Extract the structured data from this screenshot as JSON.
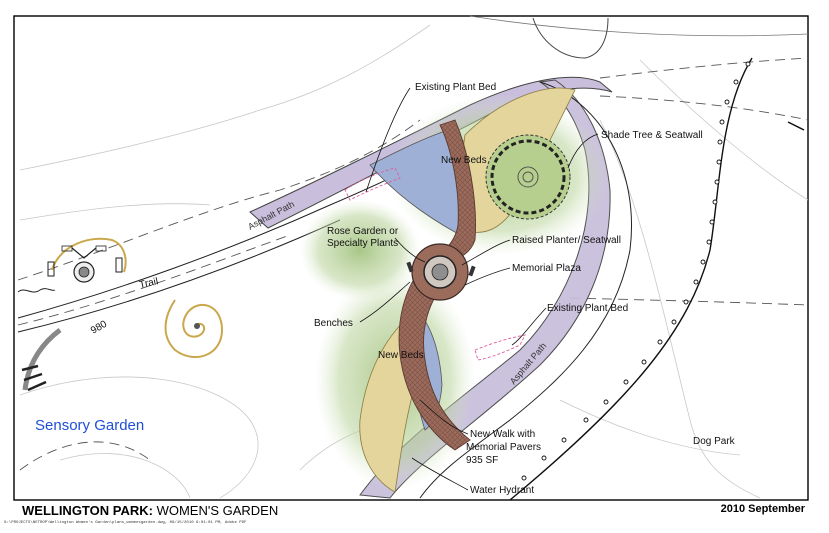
{
  "title": {
    "prefix": "WELLINGTON PARK:",
    "suffix": " WOMEN'S GARDEN"
  },
  "date": "2010 September",
  "file_path": "G:\\PROJECTS\\NETROP\\Wellington Women's Garden\\plans_womensgarden.dwg, 09/15/2010 9:01:01 PM, Adobe PDF",
  "labels": {
    "existing_plant_bed_top": "Existing Plant Bed",
    "shade_tree": "Shade Tree & Seatwall",
    "new_beds_top": "New Beds",
    "rose_garden_1": "Rose Garden or",
    "rose_garden_2": "Specialty Plants",
    "raised_planter": "Raised Planter/ Seatwall",
    "memorial_plaza": "Memorial Plaza",
    "benches": "Benches",
    "existing_plant_bed_bottom": "Existing Plant Bed",
    "new_beds_bottom": "New Beds",
    "new_walk_1": "New Walk with",
    "new_walk_2": "Memorial Pavers",
    "new_walk_3": "935 SF",
    "water_hydrant": "Water Hydrant",
    "asphalt_path_top": "Asphalt Path",
    "asphalt_path_bottom": "Asphalt Path",
    "trail": "Trail",
    "elevation": "980",
    "sensory_garden": "Sensory Garden",
    "dog_park": "Dog Park"
  },
  "colors": {
    "walk": "#9b6b5c",
    "beds_blue": "#9fb0d6",
    "green": "#a9c98a",
    "path_purple": "#c9bfdc",
    "tan": "#d8c48a",
    "sensory_blue": "#1f4fd6"
  }
}
